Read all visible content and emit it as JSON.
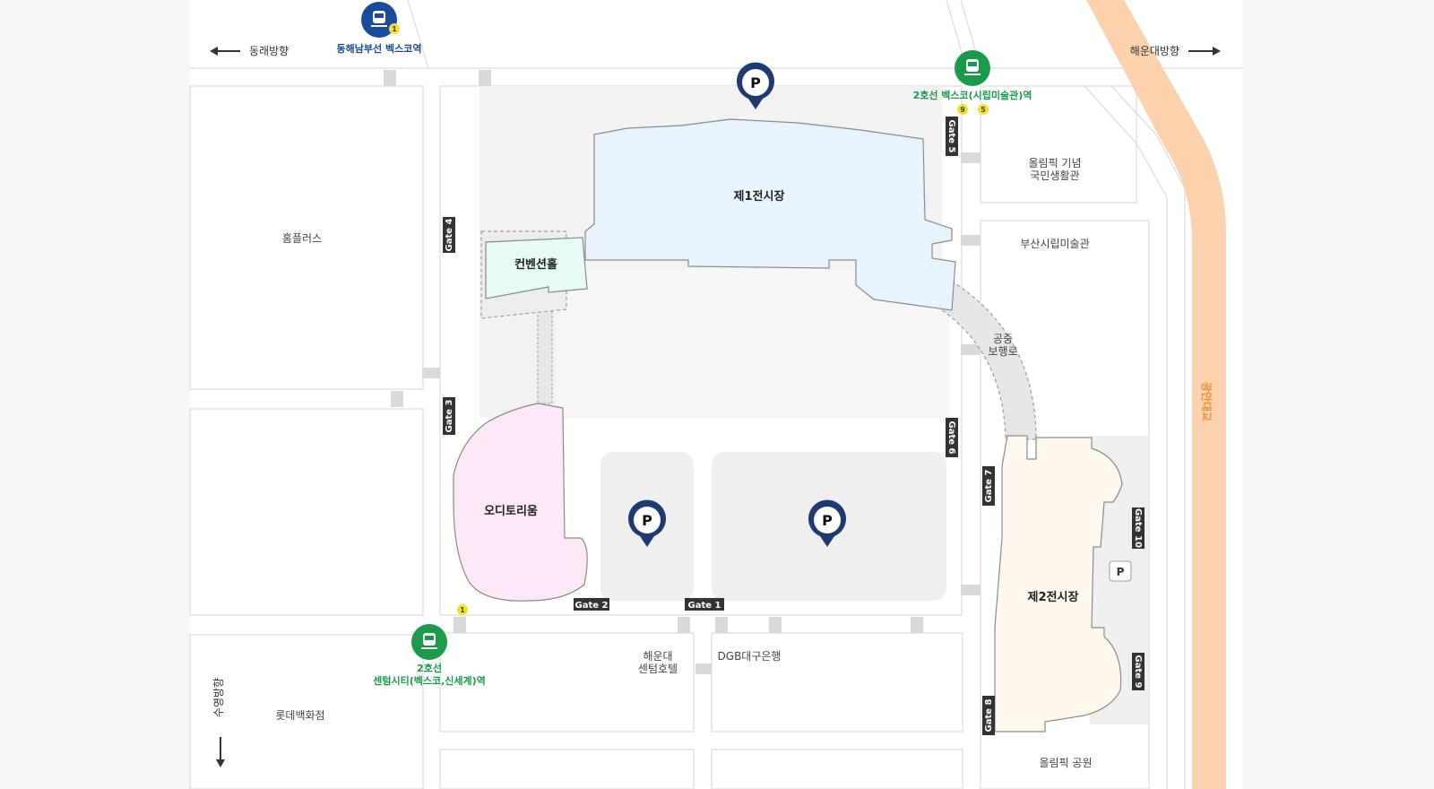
{
  "directions": {
    "west": "동래방향",
    "east": "해운대방향",
    "south": "수영방향"
  },
  "stations": {
    "top_left": {
      "name": "동해남부선 벡스코역",
      "badge": "1"
    },
    "top_right": {
      "name": "2호선 벡스코(시립미술관)역",
      "badges": [
        "9",
        "5"
      ]
    },
    "bottom": {
      "line1": "2호선",
      "line2": "센텀시티(벡스코,신세계)역",
      "badge": "1"
    }
  },
  "buildings": {
    "exhibition1": "제1전시장",
    "convention": "컨벤션홀",
    "auditorium": "오디토리움",
    "exhibition2": "제2전시장",
    "skywalk_l1": "공중",
    "skywalk_l2": "보행로"
  },
  "surroundings": {
    "homeplus": "홈플러스",
    "lotte": "롯데백화점",
    "olympic_memorial_l1": "올림픽 기념",
    "olympic_memorial_l2": "국민생활관",
    "art_museum": "부산시립미술관",
    "hotel_l1": "해운대",
    "hotel_l2": "센텀호텔",
    "dgb": "DGB대구은행",
    "olympic_park": "올림픽 공원",
    "bridge": "광안대교"
  },
  "gates": {
    "g1": "Gate 1",
    "g2": "Gate 2",
    "g3": "Gate 3",
    "g4": "Gate 4",
    "g5": "Gate 5",
    "g6": "Gate 6",
    "g7": "Gate 7",
    "g8": "Gate 8",
    "g9": "Gate 9",
    "g10": "Gate 10"
  },
  "parking": {
    "symbol": "P"
  },
  "colors": {
    "exhibition1": "#e8f3fd",
    "convention": "#e6fbf3",
    "auditorium": "#fce8f6",
    "exhibition2": "#fff8ee",
    "bridge_road": "#fdd2ae",
    "pin": "#1f3a6e",
    "station_green": "#1a9a4a",
    "station_blue": "#1a4a9c",
    "badge": "#f4e22a"
  }
}
